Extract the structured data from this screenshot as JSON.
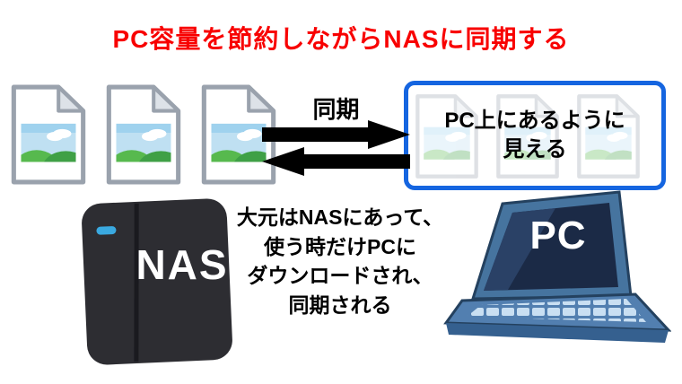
{
  "title": "PC容量を節約しながらNASに同期する",
  "sync_label": "同期",
  "pc_box": {
    "line1": "PC上にあるように",
    "line2": "見える"
  },
  "nas_label": "NAS",
  "pc_label": "PC",
  "explanation": {
    "line1": "大元はNASにあって、",
    "line2": "使う時だけPCに",
    "line3": "ダウンロードされ、",
    "line4": "同期される"
  },
  "colors": {
    "title_red": "#f80000",
    "box_blue": "#1565e0",
    "arrow_black": "#000000",
    "nas_dark": "#2d2d32",
    "laptop_blue": "#46749f",
    "screen_navy": "#1b2a46"
  },
  "icon_names": {
    "file": "image-file-icon",
    "nas": "nas-device-icon",
    "laptop": "laptop-icon",
    "arrow_right": "arrow-right-icon",
    "arrow_left": "arrow-left-icon"
  }
}
